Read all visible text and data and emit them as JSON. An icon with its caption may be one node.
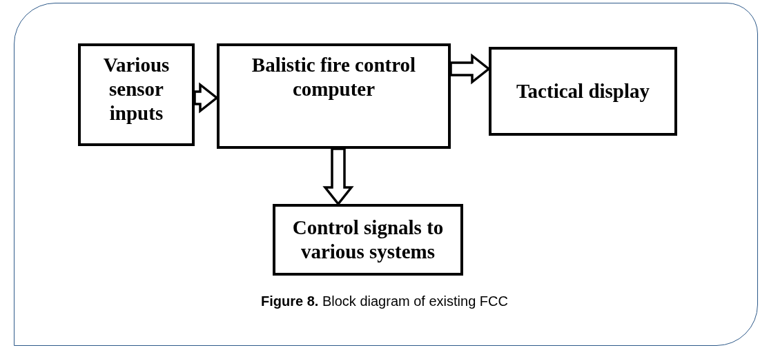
{
  "diagram": {
    "caption": "**Figure 8.** Block diagram of existing FCC",
    "nodes": [
      {
        "text": [
          "Various sensor inputs"
        ]
      },
      {
        "text": [
          "Balistic fire control computer"
        ]
      },
      {
        "text": [
          "Tactical display"
        ]
      },
      {
        "text": [
          "Control signals to various systems"
        ]
      }
    ],
    "edges": [
      {
        "from": 0,
        "to": 1,
        "arrow": "to"
      },
      {
        "from": 1,
        "to": 2,
        "arrow": "to"
      },
      {
        "from": 1,
        "to": 3,
        "arrow": "to"
      }
    ]
  }
}
